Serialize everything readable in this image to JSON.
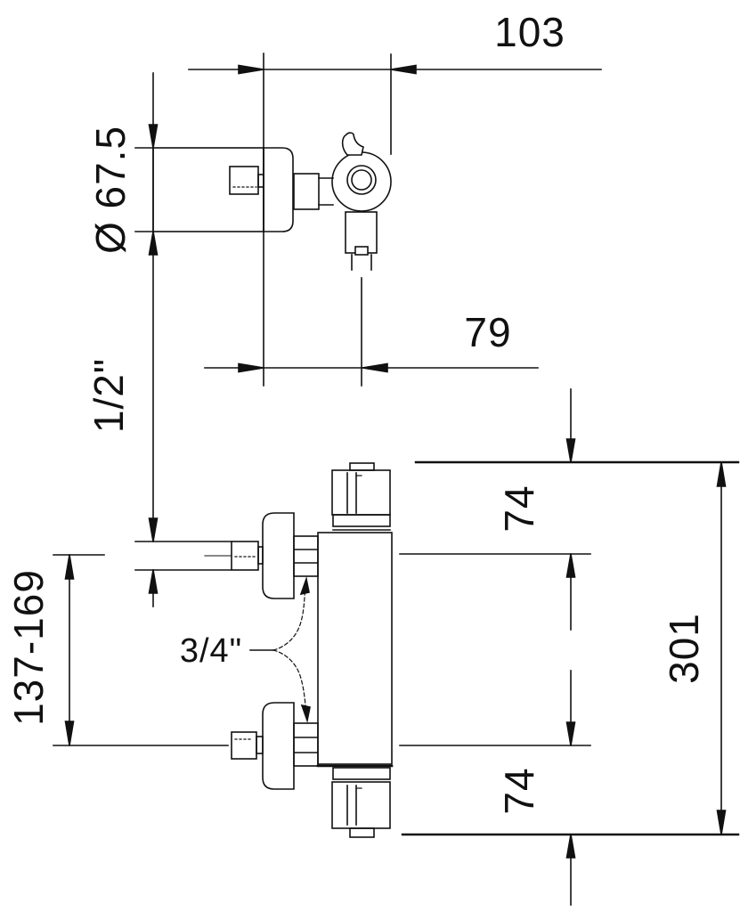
{
  "colors": {
    "line": "#111111",
    "background": "#ffffff"
  },
  "dimensions": {
    "total_depth": "103",
    "outlet_depth": "79",
    "escutcheon_diameter": "Ø 67.5",
    "shower_outlet_size": "1/2\"",
    "inlet_center_distance": "137-169",
    "inlet_connection_size": "3/4\"",
    "top_to_upper_inlet": "74",
    "lower_inlet_to_bottom": "74",
    "total_height": "301"
  }
}
